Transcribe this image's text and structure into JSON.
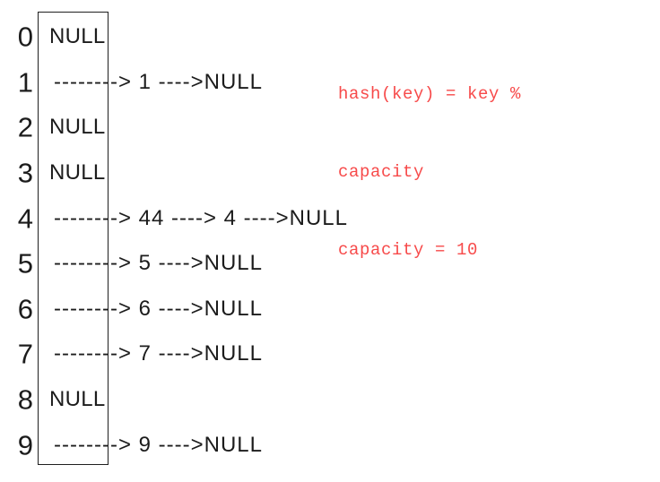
{
  "hash_table": {
    "buckets": [
      {
        "index": "0",
        "content": "NULL"
      },
      {
        "index": "1",
        "content": "--------> 1 ---->NULL"
      },
      {
        "index": "2",
        "content": "NULL"
      },
      {
        "index": "3",
        "content": "NULL"
      },
      {
        "index": "4",
        "content": "--------> 44 ----> 4 ---->NULL"
      },
      {
        "index": "5",
        "content": "--------> 5 ---->NULL"
      },
      {
        "index": "6",
        "content": "--------> 6 ---->NULL"
      },
      {
        "index": "7",
        "content": "--------> 7 ---->NULL"
      },
      {
        "index": "8",
        "content": "NULL"
      },
      {
        "index": "9",
        "content": "--------> 9 ---->NULL"
      }
    ],
    "annotation": {
      "lines": [
        "hash(key) = key %",
        "capacity",
        "capacity = 10"
      ]
    }
  },
  "colors": {
    "annotation-red": "#f74a4a",
    "ink": "#1c1c1c",
    "border": "#1f1f1f",
    "background": "#ffffff"
  }
}
